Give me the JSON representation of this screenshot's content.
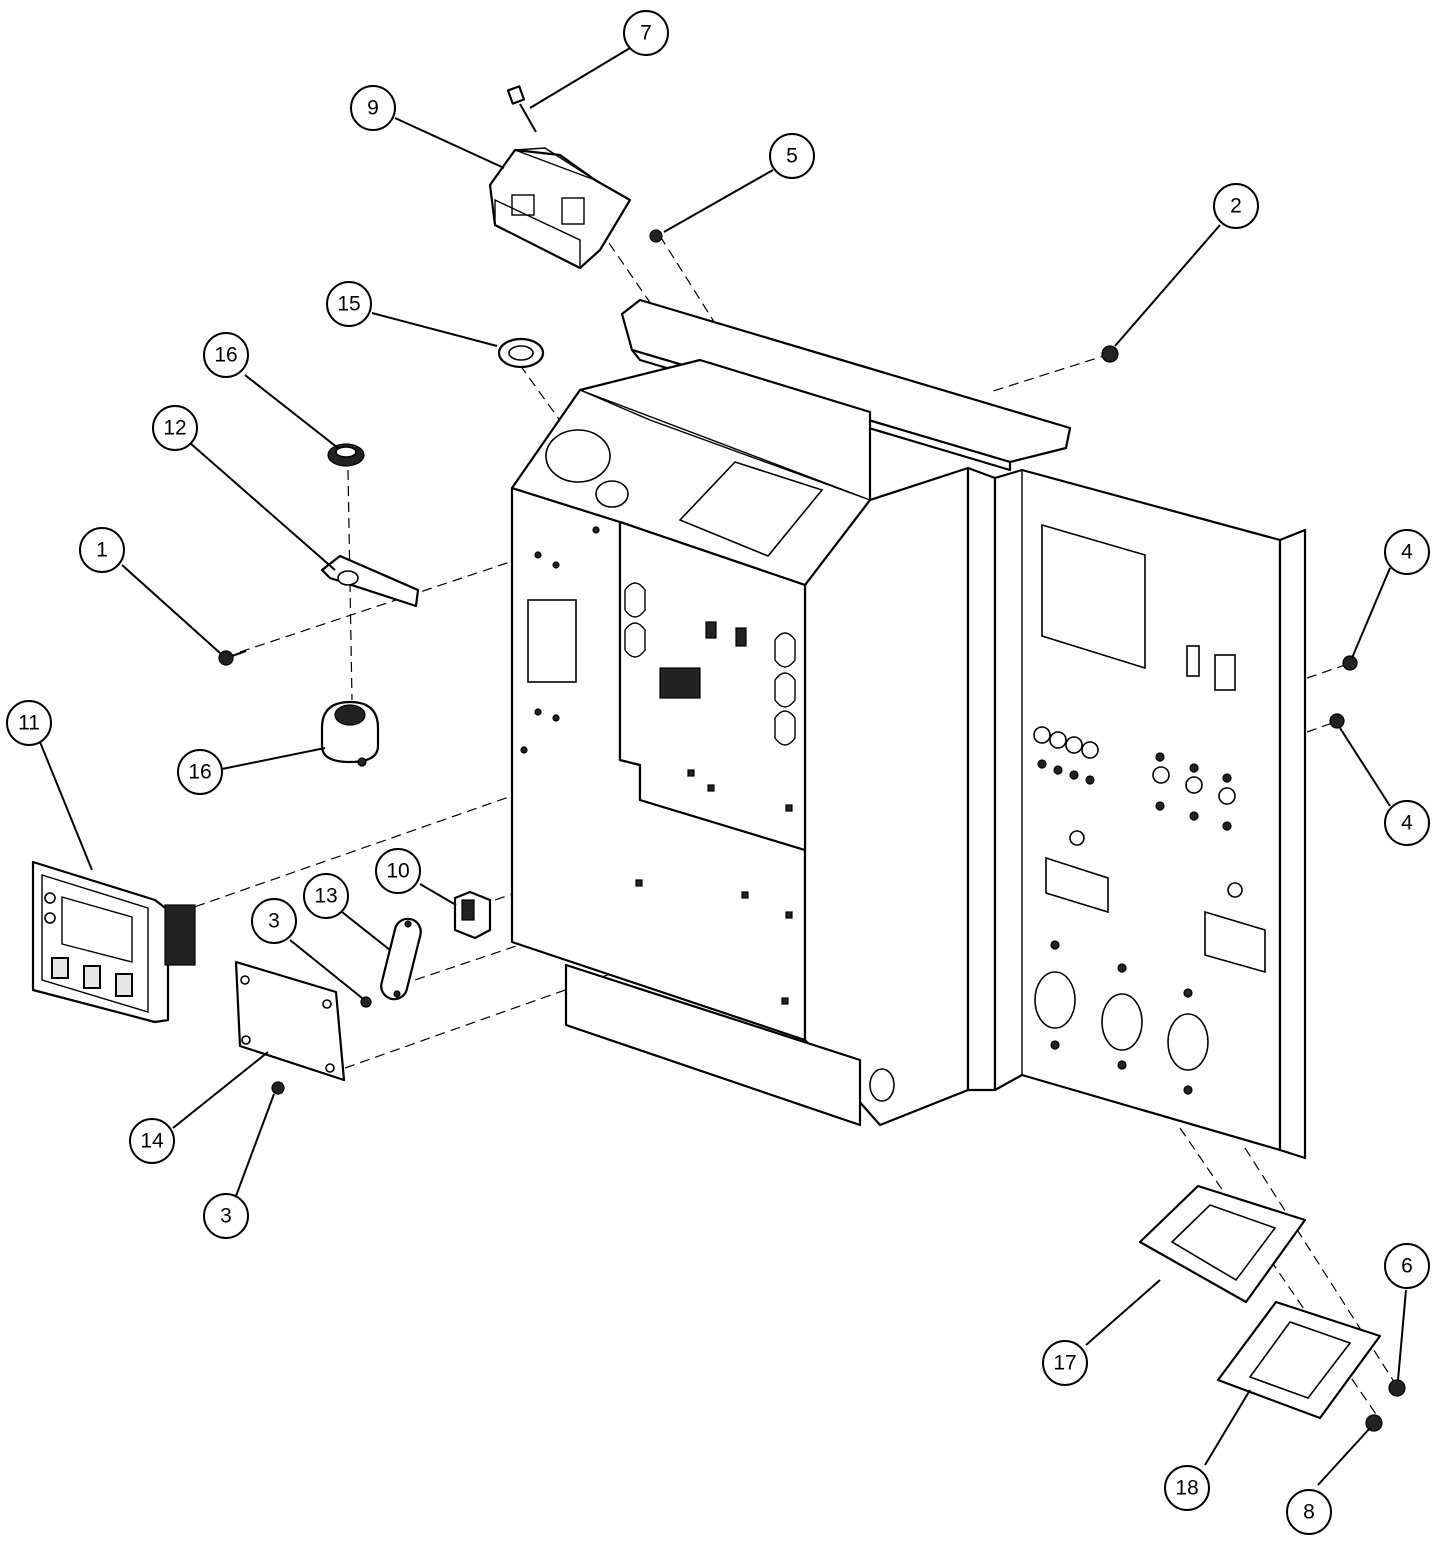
{
  "callouts": [
    {
      "id": "c7a",
      "label": "7"
    },
    {
      "id": "c9",
      "label": "9"
    },
    {
      "id": "c5",
      "label": "5"
    },
    {
      "id": "c2",
      "label": "2"
    },
    {
      "id": "c15",
      "label": "15"
    },
    {
      "id": "c16a",
      "label": "16"
    },
    {
      "id": "c12",
      "label": "12"
    },
    {
      "id": "c1",
      "label": "1"
    },
    {
      "id": "c4a",
      "label": "4"
    },
    {
      "id": "c11",
      "label": "11"
    },
    {
      "id": "c16b",
      "label": "16"
    },
    {
      "id": "c4b",
      "label": "4"
    },
    {
      "id": "c10",
      "label": "10"
    },
    {
      "id": "c13",
      "label": "13"
    },
    {
      "id": "c3a",
      "label": "3"
    },
    {
      "id": "c14",
      "label": "14"
    },
    {
      "id": "c3b",
      "label": "3"
    },
    {
      "id": "c6",
      "label": "6"
    },
    {
      "id": "c17",
      "label": "17"
    },
    {
      "id": "c18",
      "label": "18"
    },
    {
      "id": "c8",
      "label": "8"
    }
  ]
}
